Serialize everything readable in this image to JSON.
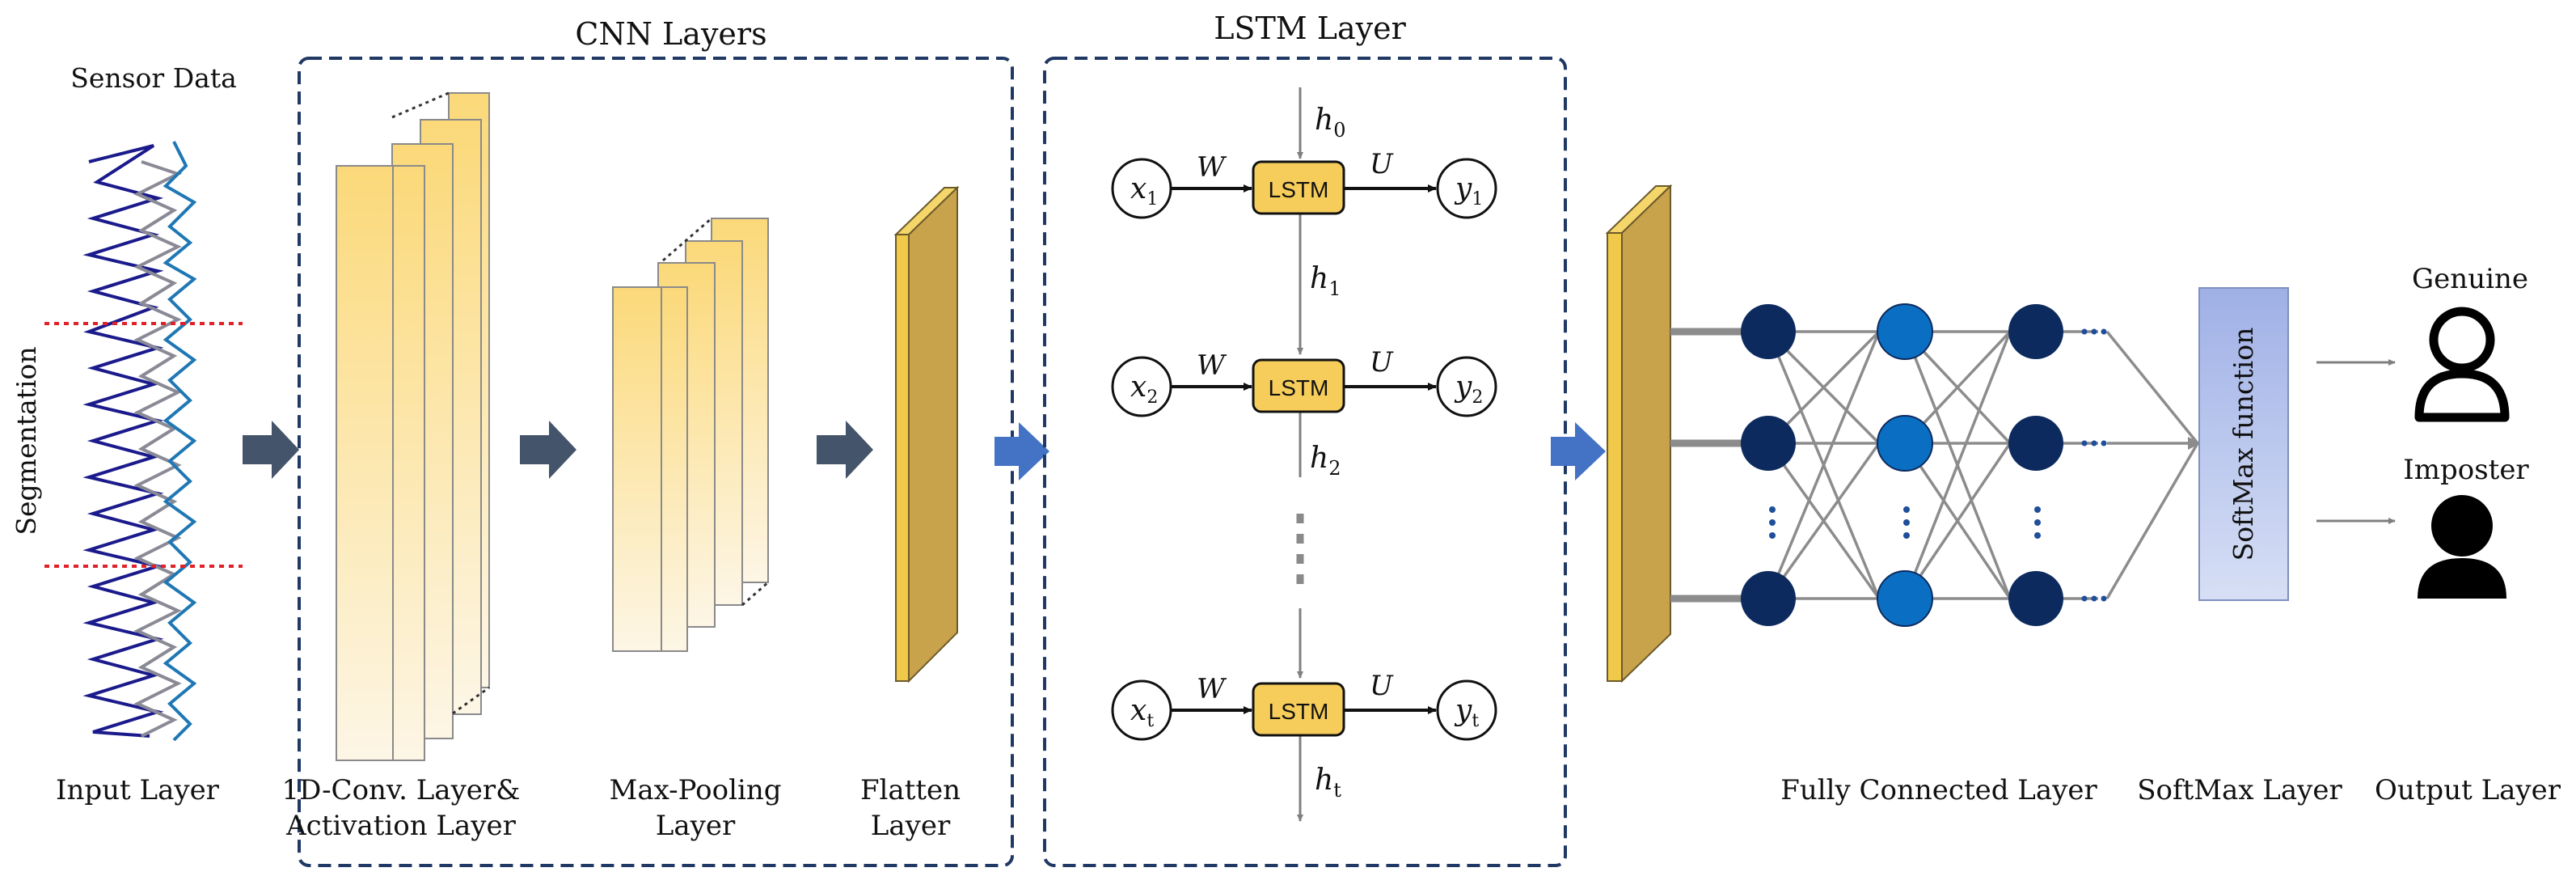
{
  "labels": {
    "sensor_data": "Sensor Data",
    "segmentation": "Segmentation",
    "input_layer": "Input Layer",
    "cnn_title": "CNN Layers",
    "conv_line1": "1D-Conv. Layer&",
    "conv_line2": "Activation Layer",
    "pool_line1": "Max-Pooling",
    "pool_line2": "Layer",
    "flatten_line1": "Flatten",
    "flatten_line2": "Layer",
    "lstm_title": "LSTM Layer",
    "fc_layer": "Fully Connected Layer",
    "softmax_layer": "SoftMax Layer",
    "output_layer": "Output Layer",
    "softmax_function": "SoftMax function",
    "genuine": "Genuine",
    "imposter": "Imposter"
  },
  "lstm": {
    "cell_label": "LSTM",
    "w_label": "W",
    "u_label": "U",
    "h0": "h",
    "h0_sub": "0",
    "h1": "h",
    "h1_sub": "1",
    "h2": "h",
    "h2_sub": "2",
    "ht": "h",
    "ht_sub": "t",
    "x1": "x",
    "x1_sub": "1",
    "x2": "x",
    "x2_sub": "2",
    "xt": "x",
    "xt_sub": "t",
    "y1": "y",
    "y1_sub": "1",
    "y2": "y",
    "y2_sub": "2",
    "yt": "y",
    "yt_sub": "t"
  },
  "colors": {
    "frame": "#1f3864",
    "navy_node": "#0d2a5e",
    "blue_node": "#0a6fc2",
    "lstm_cell": "#f6cd5a",
    "flatten": "#d6a93e",
    "softmax_box": "#a9b8e8",
    "signal1": "#1a1a8c",
    "signal2": "#8a8a96",
    "signal3": "#1f77b4",
    "seg_line": "#e0202a"
  }
}
